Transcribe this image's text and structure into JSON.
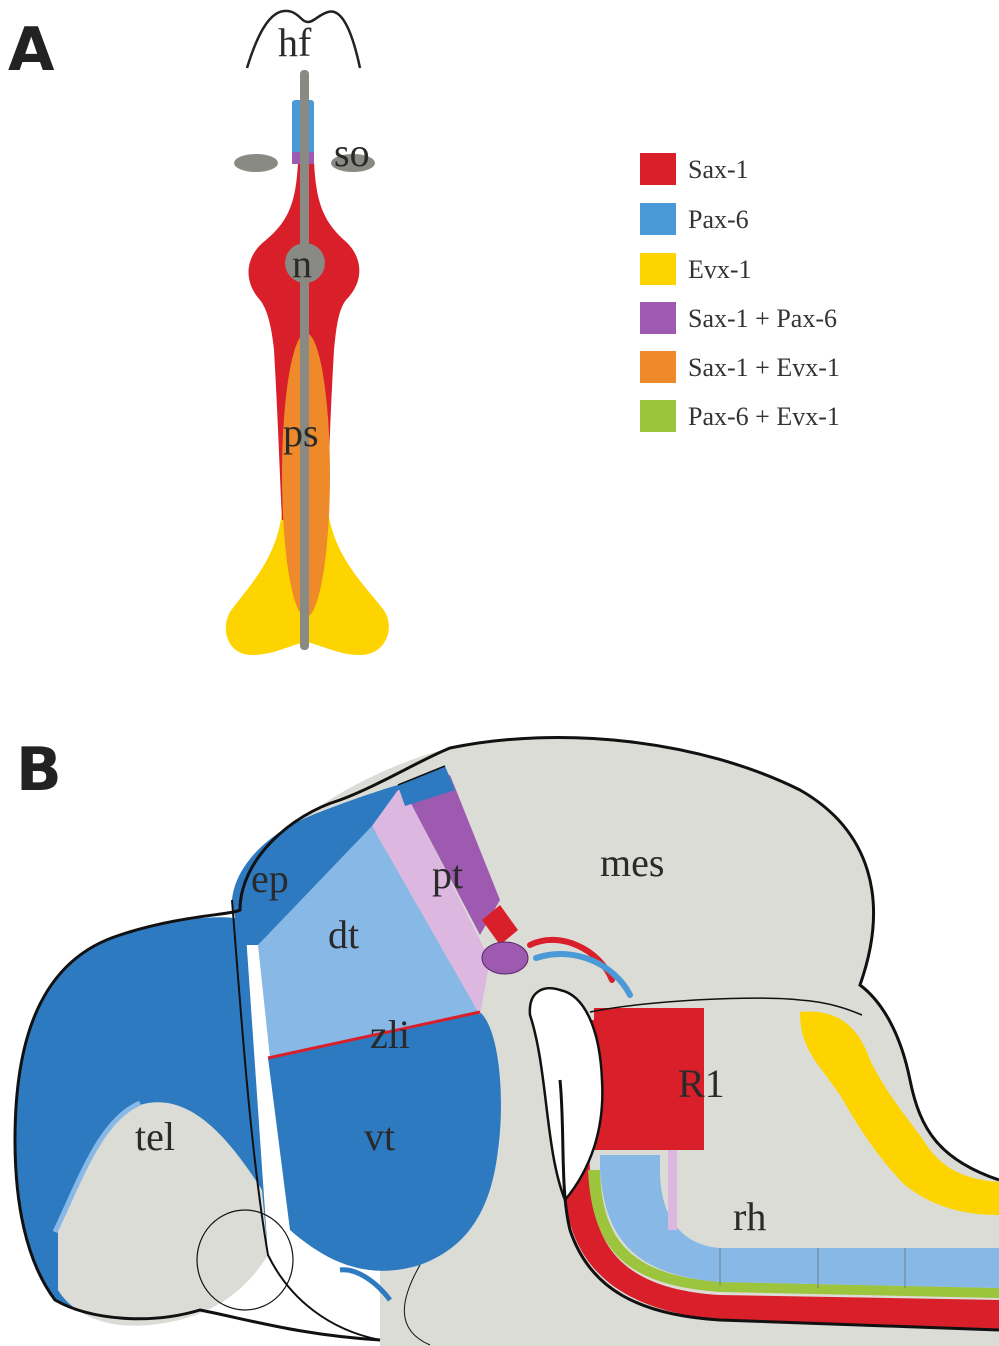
{
  "panels": {
    "a": {
      "letter": "A",
      "labels": {
        "hf": "hf",
        "so": "so",
        "n": "n",
        "ps": "ps"
      }
    },
    "b": {
      "letter": "B",
      "labels": {
        "ep": "ep",
        "dt": "dt",
        "pt": "pt",
        "mes": "mes",
        "zli": "zli",
        "tel": "tel",
        "vt": "vt",
        "r1": "R1",
        "rh": "rh"
      }
    }
  },
  "legend": [
    {
      "label": "Sax-1",
      "color": "#d9202a"
    },
    {
      "label": "Pax-6",
      "color": "#4a9ad8"
    },
    {
      "label": "Evx-1",
      "color": "#fdd400"
    },
    {
      "label": "Sax-1 + Pax-6",
      "color": "#9d5ab0"
    },
    {
      "label": "Sax-1 + Evx-1",
      "color": "#ee8a2a"
    },
    {
      "label": "Pax-6 + Evx-1",
      "color": "#9cc43c"
    }
  ],
  "colors": {
    "tissue": "#dcdcd6",
    "notochord": "#8a8a85",
    "dark_blue": "#2e7ac0",
    "light_blue": "#88b8e6",
    "pale_purple": "#dcb8e0",
    "outline": "#111111"
  }
}
